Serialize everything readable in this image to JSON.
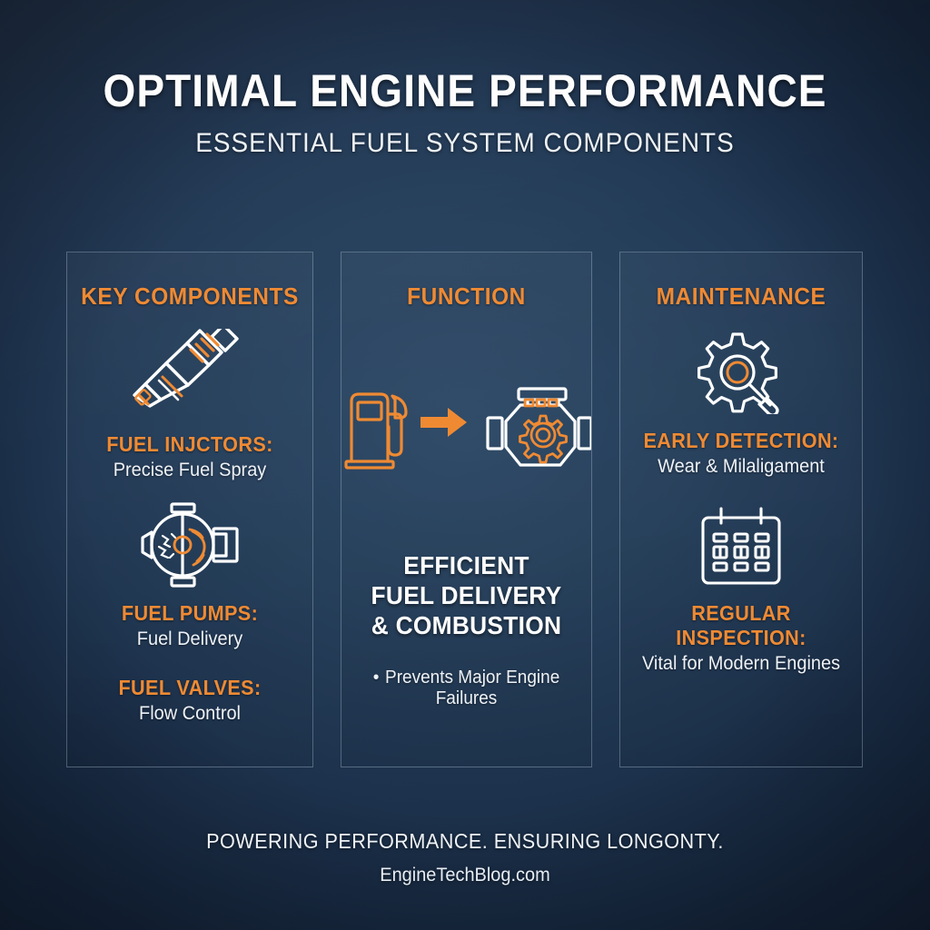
{
  "colors": {
    "accent_orange": "#ef8a33",
    "text_white": "#fdfdfd",
    "bg_navy_dark": "#14223a",
    "bg_navy_light": "#2e4a68",
    "panel_border": "#bacde0"
  },
  "header": {
    "title": "OPTIMAL ENGINE PERFORMANCE",
    "subtitle": "ESSENTIAL FUEL SYSTEM COMPONENTS"
  },
  "columns": [
    {
      "heading": "KEY COMPONENTS",
      "icons": [
        "fuel-injector-icon",
        "fuel-pump-icon"
      ],
      "items": [
        {
          "title": "FUEL INJCTORS:",
          "subtitle": "Precise Fuel Spray"
        },
        {
          "title": "FUEL PUMPS:",
          "subtitle": "Fuel Delivery"
        },
        {
          "title": "FUEL VALVES:",
          "subtitle": "Flow Control"
        }
      ]
    },
    {
      "heading": "FUNCTION",
      "icons": [
        "gas-pump-icon",
        "arrow-right-icon",
        "engine-block-icon"
      ],
      "statement_lines": [
        "EFFICIENT",
        "FUEL DELIVERY",
        "& COMBUSTION"
      ],
      "bullets": [
        "Prevents Major Engine Failures"
      ],
      "bullet_glyph": "•"
    },
    {
      "heading": "MAINTENANCE",
      "icons": [
        "gear-magnifier-icon",
        "calendar-icon"
      ],
      "items": [
        {
          "title": "EARLY DETECTION:",
          "subtitle": "Wear & Milaligament"
        },
        {
          "title": "REGULAR INSPECTION:",
          "subtitle": "Vital for Modern Engines"
        }
      ]
    }
  ],
  "footer": {
    "tagline": "POWERING PERFORMANCE. ENSURING LONGONTY.",
    "site": "EngineTechBlog.com"
  }
}
